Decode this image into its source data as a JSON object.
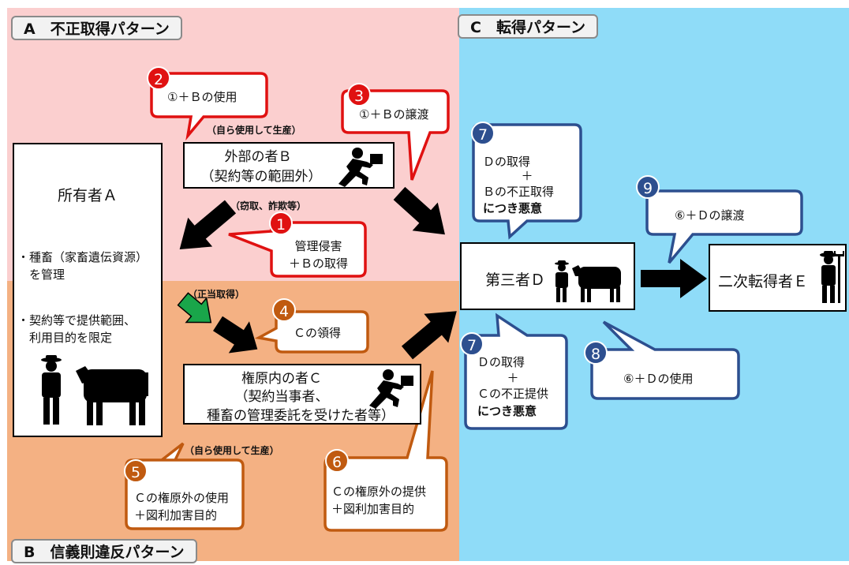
{
  "colors": {
    "regionA": "#fbcfcf",
    "regionB": "#f4b183",
    "regionC": "#8fdcf8",
    "red": "#e01111",
    "orange": "#c05a10",
    "blue": "#2d4f8f",
    "green": "#19a64a"
  },
  "sections": {
    "a": "A　不正取得パターン",
    "b": "B　信義則違反パターン",
    "c": "C　転得パターン"
  },
  "owner": {
    "title": "所有者Ａ",
    "line1": "・種畜（家畜遺伝資源）",
    "line2": "　を管理",
    "line3": "・契約等で提供範囲、",
    "line4": "　利用目的を限定",
    "icon": "farmer-with-cow-icon"
  },
  "outsider": {
    "line1": "外部の者Ｂ",
    "line2": "（契約等の範囲外）",
    "icon": "running-person-icon"
  },
  "insider": {
    "line1": "権原内の者Ｃ",
    "line2": "（契約当事者、",
    "line3": "種畜の管理委託を受けた者等）",
    "icon": "running-person-icon"
  },
  "third": {
    "label": "第三者Ｄ",
    "icon": "farmer-with-cow-icon"
  },
  "secondary": {
    "label": "二次転得者Ｅ",
    "icon": "farmer-with-pitchfork-icon"
  },
  "notes": {
    "self_use_b": "（自ら使用して生産）",
    "theft": "（窃取、詐欺等）",
    "legit": "（正当取得）",
    "self_use_c": "（自ら使用して生産）"
  },
  "callouts": {
    "c1": {
      "num": "1",
      "line1": "管理侵害",
      "line2": "＋Ｂの取得"
    },
    "c2": {
      "num": "2",
      "line1": "①＋Ｂの使用"
    },
    "c3": {
      "num": "3",
      "line1": "①＋Ｂの譲渡"
    },
    "c4": {
      "num": "4",
      "line1": "Ｃの領得"
    },
    "c5": {
      "num": "5",
      "line1": "Ｃの権原外の使用",
      "line2": "＋図利加害目的"
    },
    "c6": {
      "num": "6",
      "line1": "Ｃの権原外の提供",
      "line2": "＋図利加害目的"
    },
    "c7a": {
      "num": "7",
      "line1": "Ｄの取得",
      "line2": "＋",
      "line3": "Ｂの不正取得",
      "line4": "につき悪意"
    },
    "c7b": {
      "num": "7",
      "line1": "Ｄの取得",
      "line2": "＋",
      "line3": "Ｃの不正提供",
      "line4": "につき悪意"
    },
    "c8": {
      "num": "8",
      "line1": "⑥＋Ｄの使用"
    },
    "c9": {
      "num": "9",
      "line1": "⑥＋Ｄの譲渡"
    }
  }
}
